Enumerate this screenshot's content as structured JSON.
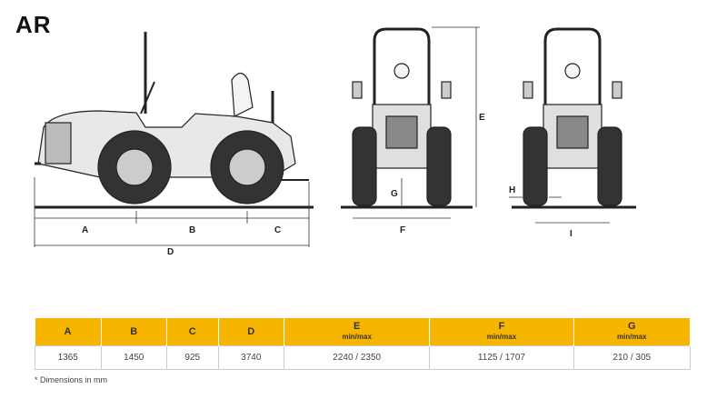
{
  "brand": "AR",
  "dimension_letters": {
    "A": "A",
    "B": "B",
    "C": "C",
    "D": "D",
    "E": "E",
    "F": "F",
    "G": "G",
    "H": "H",
    "I": "I"
  },
  "table": {
    "headers": [
      {
        "label": "A",
        "sub": ""
      },
      {
        "label": "B",
        "sub": ""
      },
      {
        "label": "C",
        "sub": ""
      },
      {
        "label": "D",
        "sub": ""
      },
      {
        "label": "E",
        "sub": "min/max"
      },
      {
        "label": "F",
        "sub": "min/max"
      },
      {
        "label": "G",
        "sub": "min/max"
      }
    ],
    "values": [
      "1365",
      "1450",
      "925",
      "3740",
      "2240 / 2350",
      "1125 / 1707",
      "210 / 305"
    ]
  },
  "footnote": "* Dimensions in mm"
}
